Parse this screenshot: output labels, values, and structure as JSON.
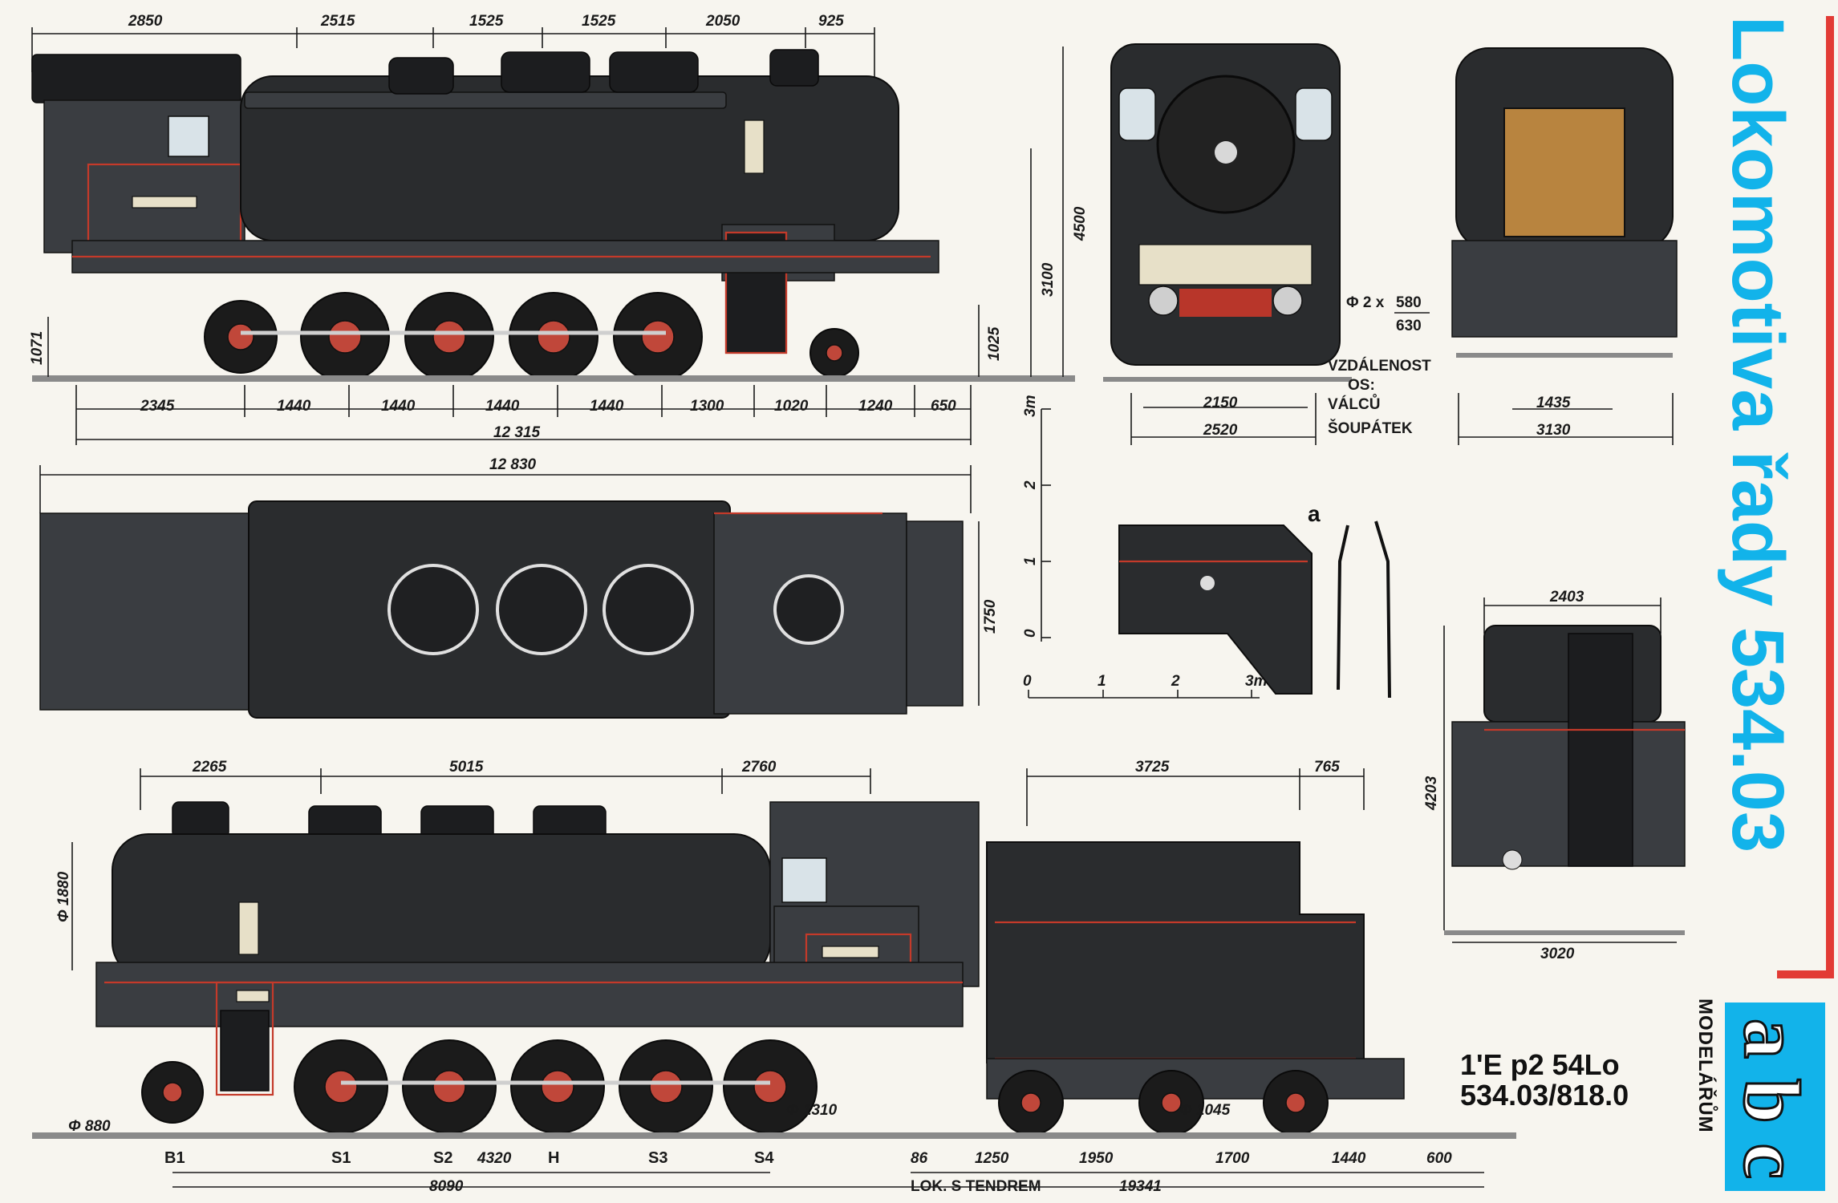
{
  "title": "Lokomotiva řady  534.03",
  "brand": {
    "logo_text": "a b c",
    "vertical_label": "MODELÁŘŮM"
  },
  "designation": {
    "line1": "1'E p2 54Lo",
    "line2": "534.03/818.0"
  },
  "side_view_top": {
    "top_dims": [
      "2850",
      "2515",
      "1525",
      "1525",
      "2050",
      "925"
    ],
    "bottom_dims": [
      "2345",
      "1440",
      "1440",
      "1440",
      "1440",
      "1300",
      "1020",
      "1240",
      "650"
    ],
    "overall_length": "12 315",
    "left_height": "1071",
    "right_heights": [
      "1025",
      "3100",
      "4500"
    ]
  },
  "top_view": {
    "overall_length": "12 830",
    "width": "1750"
  },
  "front_view": {
    "wheel_note_prefix": "Φ 2 x",
    "wheel_note_top": "580",
    "wheel_note_bottom": "630",
    "dims": [
      "2150",
      "2520"
    ],
    "distance_label": [
      "VZDÁLENOST",
      "OS:",
      "VÁLCŮ",
      "ŠOUPÁTEK"
    ]
  },
  "rear_view": {
    "dims": [
      "1435",
      "3130"
    ]
  },
  "scale": {
    "vertical_ticks": [
      "0",
      "1",
      "2",
      "3m"
    ],
    "horizontal_ticks": [
      "0",
      "1",
      "2",
      "3m"
    ]
  },
  "detail_a": {
    "label": "a"
  },
  "tender_rear": {
    "width_top": "2403",
    "height": "4203",
    "width_bottom": "3020"
  },
  "side_view_bottom": {
    "top_dims": [
      "2265",
      "5015",
      "2760",
      "3725",
      "765"
    ],
    "left_dims": [
      "Φ 1880",
      "Φ 880"
    ],
    "wheel_dims": [
      "Φ 1310",
      "Φ 1045"
    ],
    "axle_labels": [
      "B1",
      "S1",
      "S2",
      "H",
      "S3",
      "S4"
    ],
    "wheelbase_dims": [
      "4320",
      "8090",
      "86",
      "1250",
      "1950",
      "1700",
      "1440",
      "600",
      "19341"
    ],
    "lok_tender_label": "LOK. S TENDREM"
  },
  "colors": {
    "title": "#12b3ea",
    "stripe": "#e23b35",
    "body": "#2a2c2e",
    "trim": "#c43a2a"
  }
}
